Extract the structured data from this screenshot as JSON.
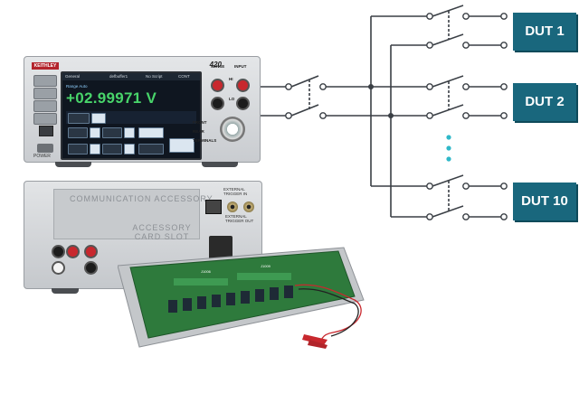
{
  "front_panel": {
    "brand": "KEITHLEY",
    "model_number": "420",
    "reading": "+02.99971 V",
    "status_bar": {
      "left": "General",
      "center": "defbuffer1",
      "right": "No Script",
      "mode": "CONT"
    },
    "range_label": "Range Auto",
    "power_label": "POWER",
    "sense_label": "SENSE",
    "input_label": "INPUT",
    "front_rear_label": "FRONT",
    "rear_label": "REAR",
    "terminals_label": "TERMINALS",
    "hi_label": "HI",
    "lo_label": "LO"
  },
  "rear_panel": {
    "slot_label_line1": "COMMUNICATION ACCESSORY",
    "slot_label_line2": "ACCESSORY CARD SLOT",
    "external_trigger_in": "EXTERNAL TRIGGER IN",
    "external_trigger_out": "EXTERNAL TRIGGER OUT"
  },
  "card": {
    "connector_j1": "J1006",
    "connector_j2": "J1009"
  },
  "duts": [
    {
      "label": "DUT 1"
    },
    {
      "label": "DUT 2"
    },
    {
      "label": "DUT 10"
    }
  ],
  "colors": {
    "dut_fill": "#19677d",
    "wire": "#3a3f45",
    "ellipsis_dots": "#2fb8c8",
    "screen_reading": "#48d46a",
    "brand_red": "#b3242c",
    "card_pcb": "#2e7a3c"
  },
  "icons": {
    "switch": "spst-switch-symbol",
    "node": "junction-dot",
    "terminal": "open-circle-terminal",
    "ellipsis": "vertical-ellipsis"
  }
}
